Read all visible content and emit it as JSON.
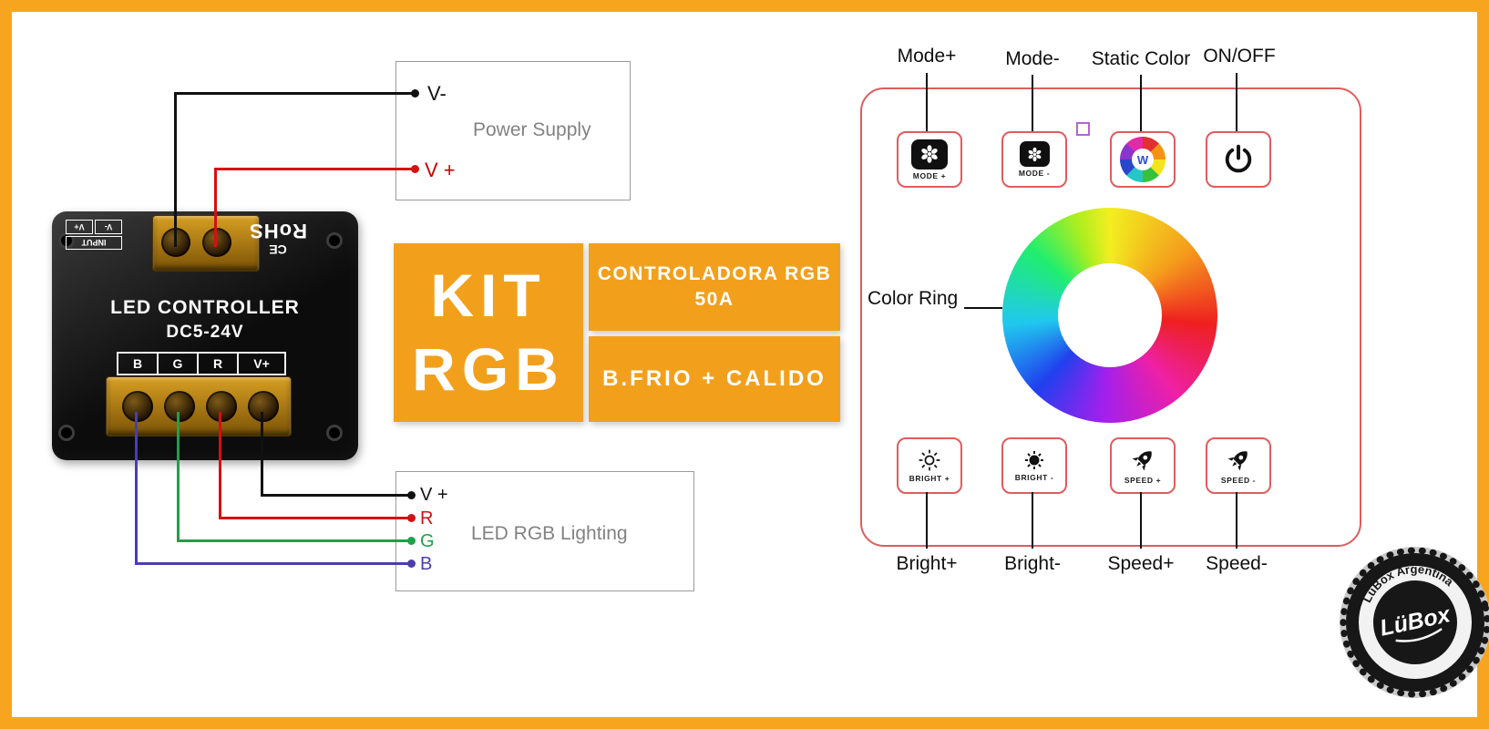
{
  "banner": {
    "kit": "KIT",
    "rgb": "RGB",
    "line1a": "CONTROLADORA RGB",
    "line1b": "50A",
    "line2": "B.FRIO + CALIDO"
  },
  "controller": {
    "title": "LED CONTROLLER",
    "model": "DC5-24V",
    "input_cells": [
      "V-",
      "V+"
    ],
    "input_label": "INPUT",
    "rohs": "RoHS",
    "ce": "CE",
    "output_labels": [
      "B",
      "G",
      "R",
      "V+"
    ]
  },
  "power_box": {
    "title": "Power Supply",
    "vminus": "V-",
    "vplus": "V +"
  },
  "led_box": {
    "title": "LED RGB Lighting",
    "vplus": "V +",
    "r": "R",
    "g": "G",
    "b": "B"
  },
  "remote": {
    "color_ring_label": "Color Ring",
    "top": [
      {
        "label": "Mode+",
        "button_text": "MODE +"
      },
      {
        "label": "Mode-",
        "button_text": "MODE -"
      },
      {
        "label": "Static Color",
        "center": "W"
      },
      {
        "label": "ON/OFF"
      }
    ],
    "bottom": [
      {
        "label": "Bright+",
        "button_text": "BRIGHT +"
      },
      {
        "label": "Bright-",
        "button_text": "BRIGHT -"
      },
      {
        "label": "Speed+",
        "button_text": "SPEED +"
      },
      {
        "label": "Speed-",
        "button_text": "SPEED -"
      }
    ]
  },
  "logo": {
    "arc_text": "LüBox Argentina",
    "brand": "LüBox"
  },
  "icons": {
    "mode_buttons": "fan-flower",
    "static_color": "color-wheel",
    "on_off": "power-symbol",
    "bright_plus": "sun-outline",
    "bright_minus": "sun-filled",
    "speed_buttons": "rocket"
  },
  "colors": {
    "frame_orange": "#F7A51E",
    "banner_orange": "#F2A01C",
    "remote_border": "#E05C5C",
    "wire_red": "#D51010",
    "wire_green": "#1FA04A",
    "wire_blue": "#4A3FA8",
    "wire_black": "#111111"
  }
}
